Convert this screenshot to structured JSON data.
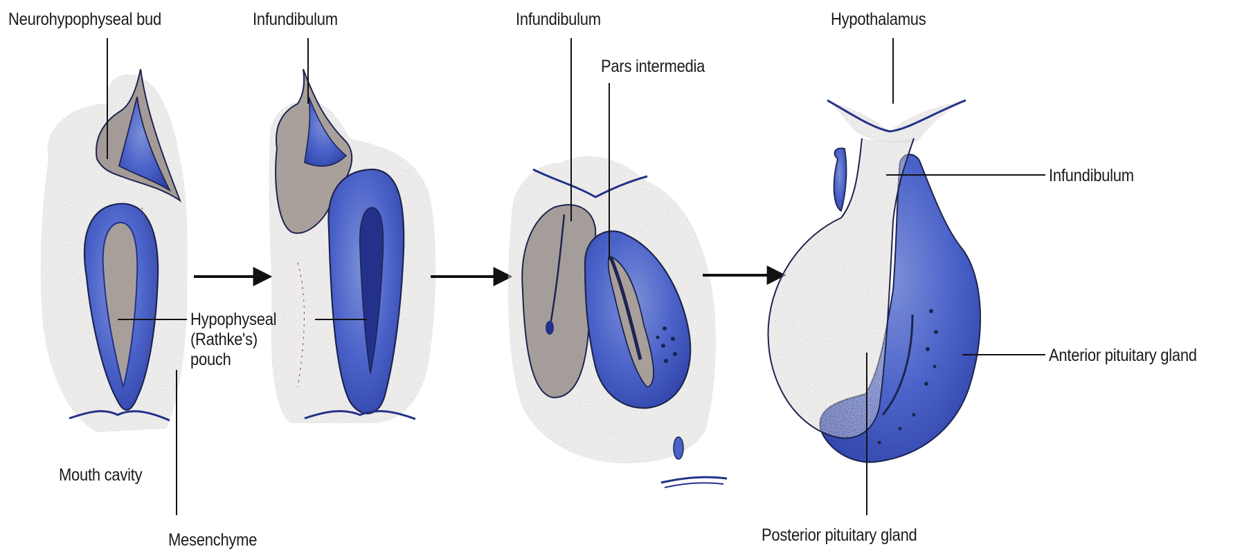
{
  "labels": {
    "neurohypophyseal_bud": "Neurohypophyseal bud",
    "infundibulum_stage2": "Infundibulum",
    "infundibulum_stage3": "Infundibulum",
    "pars_intermedia": "Pars intermedia",
    "hypothalamus": "Hypothalamus",
    "infundibulum_stage4": "Infundibulum",
    "hypophyseal_pouch_line1": "Hypophyseal",
    "hypophyseal_pouch_line2": "(Rathke's)",
    "hypophyseal_pouch_line3": "pouch",
    "anterior_pituitary_gland": "Anterior pituitary gland",
    "mouth_cavity": "Mouth cavity",
    "mesenchyme": "Mesenchyme",
    "posterior_pituitary_gland": "Posterior pituitary gland"
  },
  "colors": {
    "tissue_gray": "#a9a3a0",
    "ectoderm_blue": "#4b63c9",
    "deep_blue": "#23318a",
    "outline": "#1d2450",
    "text": "#1b1b1b"
  },
  "stages": [
    "stage-1",
    "stage-2",
    "stage-3",
    "stage-4"
  ]
}
